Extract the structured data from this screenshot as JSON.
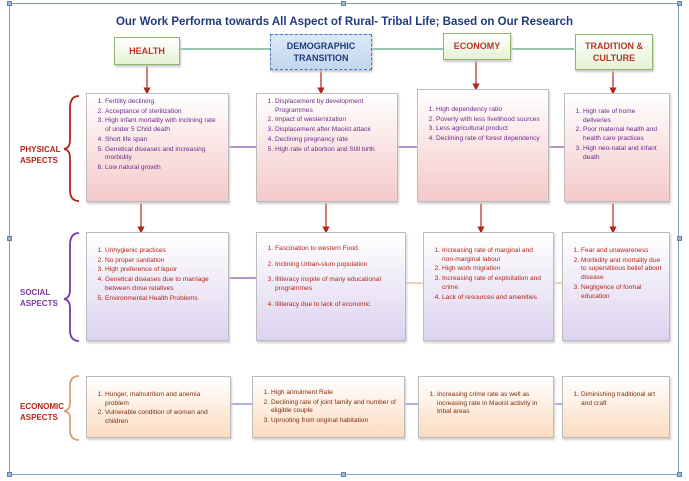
{
  "title": "Our Work Performa towards All Aspect of Rural- Tribal Life; Based on Our Research",
  "headers": [
    "HEALTH",
    "DEMOGRAPHIC TRANSITION",
    "ECONOMY",
    "TRADITION & CULTURE"
  ],
  "row_labels": {
    "physical": "PHYSICAL ASPECTS",
    "social": "SOCIAL ASPECTS",
    "economic": "ECONOMIC ASPECTS"
  },
  "physical": [
    [
      "Fertility declining",
      "Acceptance of sterilization",
      "High infant mortality with inclining rate of under 5 Child death",
      "Short life span",
      "Genetical diseases and increasing morbidity",
      "Low natural growth"
    ],
    [
      "Displacement by development Programmes",
      "Impact of westernization",
      "Displacement after Maoist attack",
      "Declining pregnancy rate",
      "High rate of abortion and Still birth"
    ],
    [
      "High dependency ratio",
      "Poverty with less livelihood sources",
      "Less agricultural product",
      "Declining rate of forest dependency"
    ],
    [
      "High rate of home deliveries",
      "Poor maternal health and health care practices",
      "High neo-natal and infant death"
    ]
  ],
  "social": [
    [
      "Unhygienic practices",
      "No proper sanitation",
      "High preference of liquor",
      "Genetical diseases due to marriage between close relatives",
      "Environmental Health Problems"
    ],
    [
      "Fascination to western Food",
      "Inclining Urban-slum population",
      "Illiteracy inspite of many educational programmes",
      "Illiteracy due to lack of economic"
    ],
    [
      "Increasing rate of marginal and non-marginal labour",
      "High work migration",
      "Increasing rate of exploitation and crime",
      "Lack of resources and amenities"
    ],
    [
      "Fear and unawareness",
      "Morbidity and mortality due to superstitious belief about disease",
      "Negligence of formal education"
    ]
  ],
  "economic": [
    [
      "Hunger, malnutrition and anemia problem",
      "Vulnerable condition of women and children"
    ],
    [
      "High annulment Rate",
      "Declining rate of joint family and number of eligible couple",
      "Uprooting from original habitation"
    ],
    [
      "Increasing crime rate as well as increasing rate in Maoist activity in tribal areas"
    ],
    [
      "Diminishing traditional art and craft"
    ]
  ],
  "colors": {
    "title": "#1f3b7a",
    "header_text": "#b5372c",
    "physical_text": "#6b2a8a",
    "social_text": "#b0271a",
    "economic_text": "#7a2f0f",
    "arrow": "#b0271a"
  }
}
